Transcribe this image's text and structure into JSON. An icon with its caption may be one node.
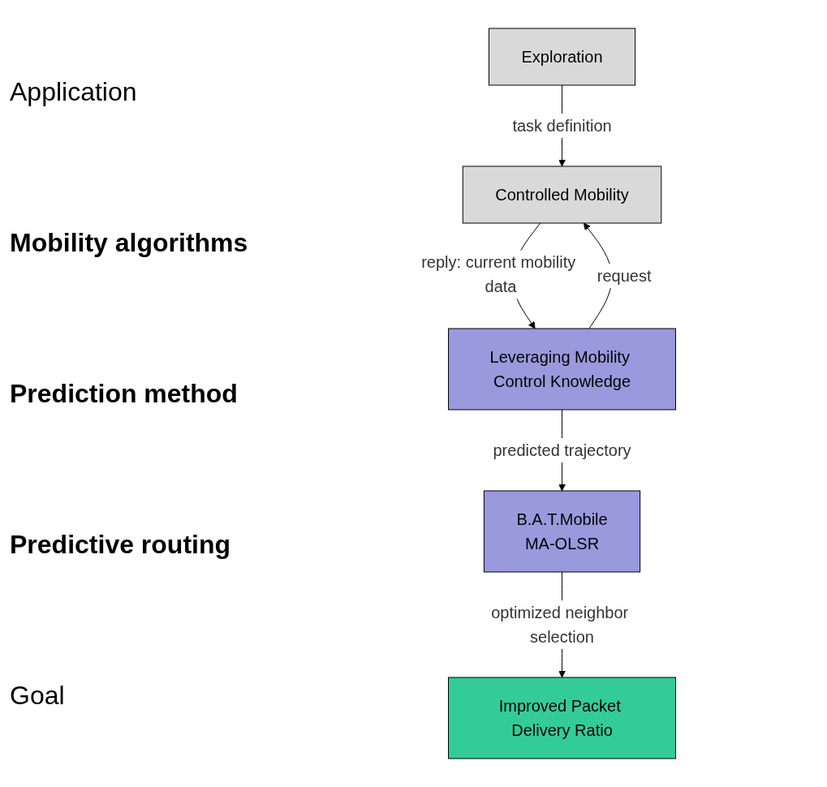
{
  "diagram": {
    "nodes": [
      {
        "text": [
          "Exploration"
        ]
      },
      {
        "text": [
          "Controlled Mobility"
        ]
      },
      {
        "text": [
          "Leveraging Mobility Control Knowledge"
        ]
      },
      {
        "text": [
          "B.A.T.Mobile",
          "MA-OLSR"
        ]
      },
      {
        "text": [
          "Improved Packet Delivery Ratio"
        ]
      }
    ],
    "edges": [
      {
        "from": 0,
        "to": 1,
        "arrow": "to",
        "label": "task definition"
      },
      {
        "from": 2,
        "to": 1,
        "arrow": "to",
        "label": "request"
      },
      {
        "from": 1,
        "to": 2,
        "arrow": "to",
        "label": "reply: current mobility data"
      },
      {
        "from": 2,
        "to": 3,
        "arrow": "to",
        "label": "predicted trajectory"
      },
      {
        "from": 3,
        "to": 4,
        "arrow": "to",
        "label": "optimized neighbor selection"
      }
    ],
    "labels": [
      "Application",
      "Mobility algorithms",
      "Prediction method",
      "Predictive routing",
      "Goal"
    ]
  }
}
